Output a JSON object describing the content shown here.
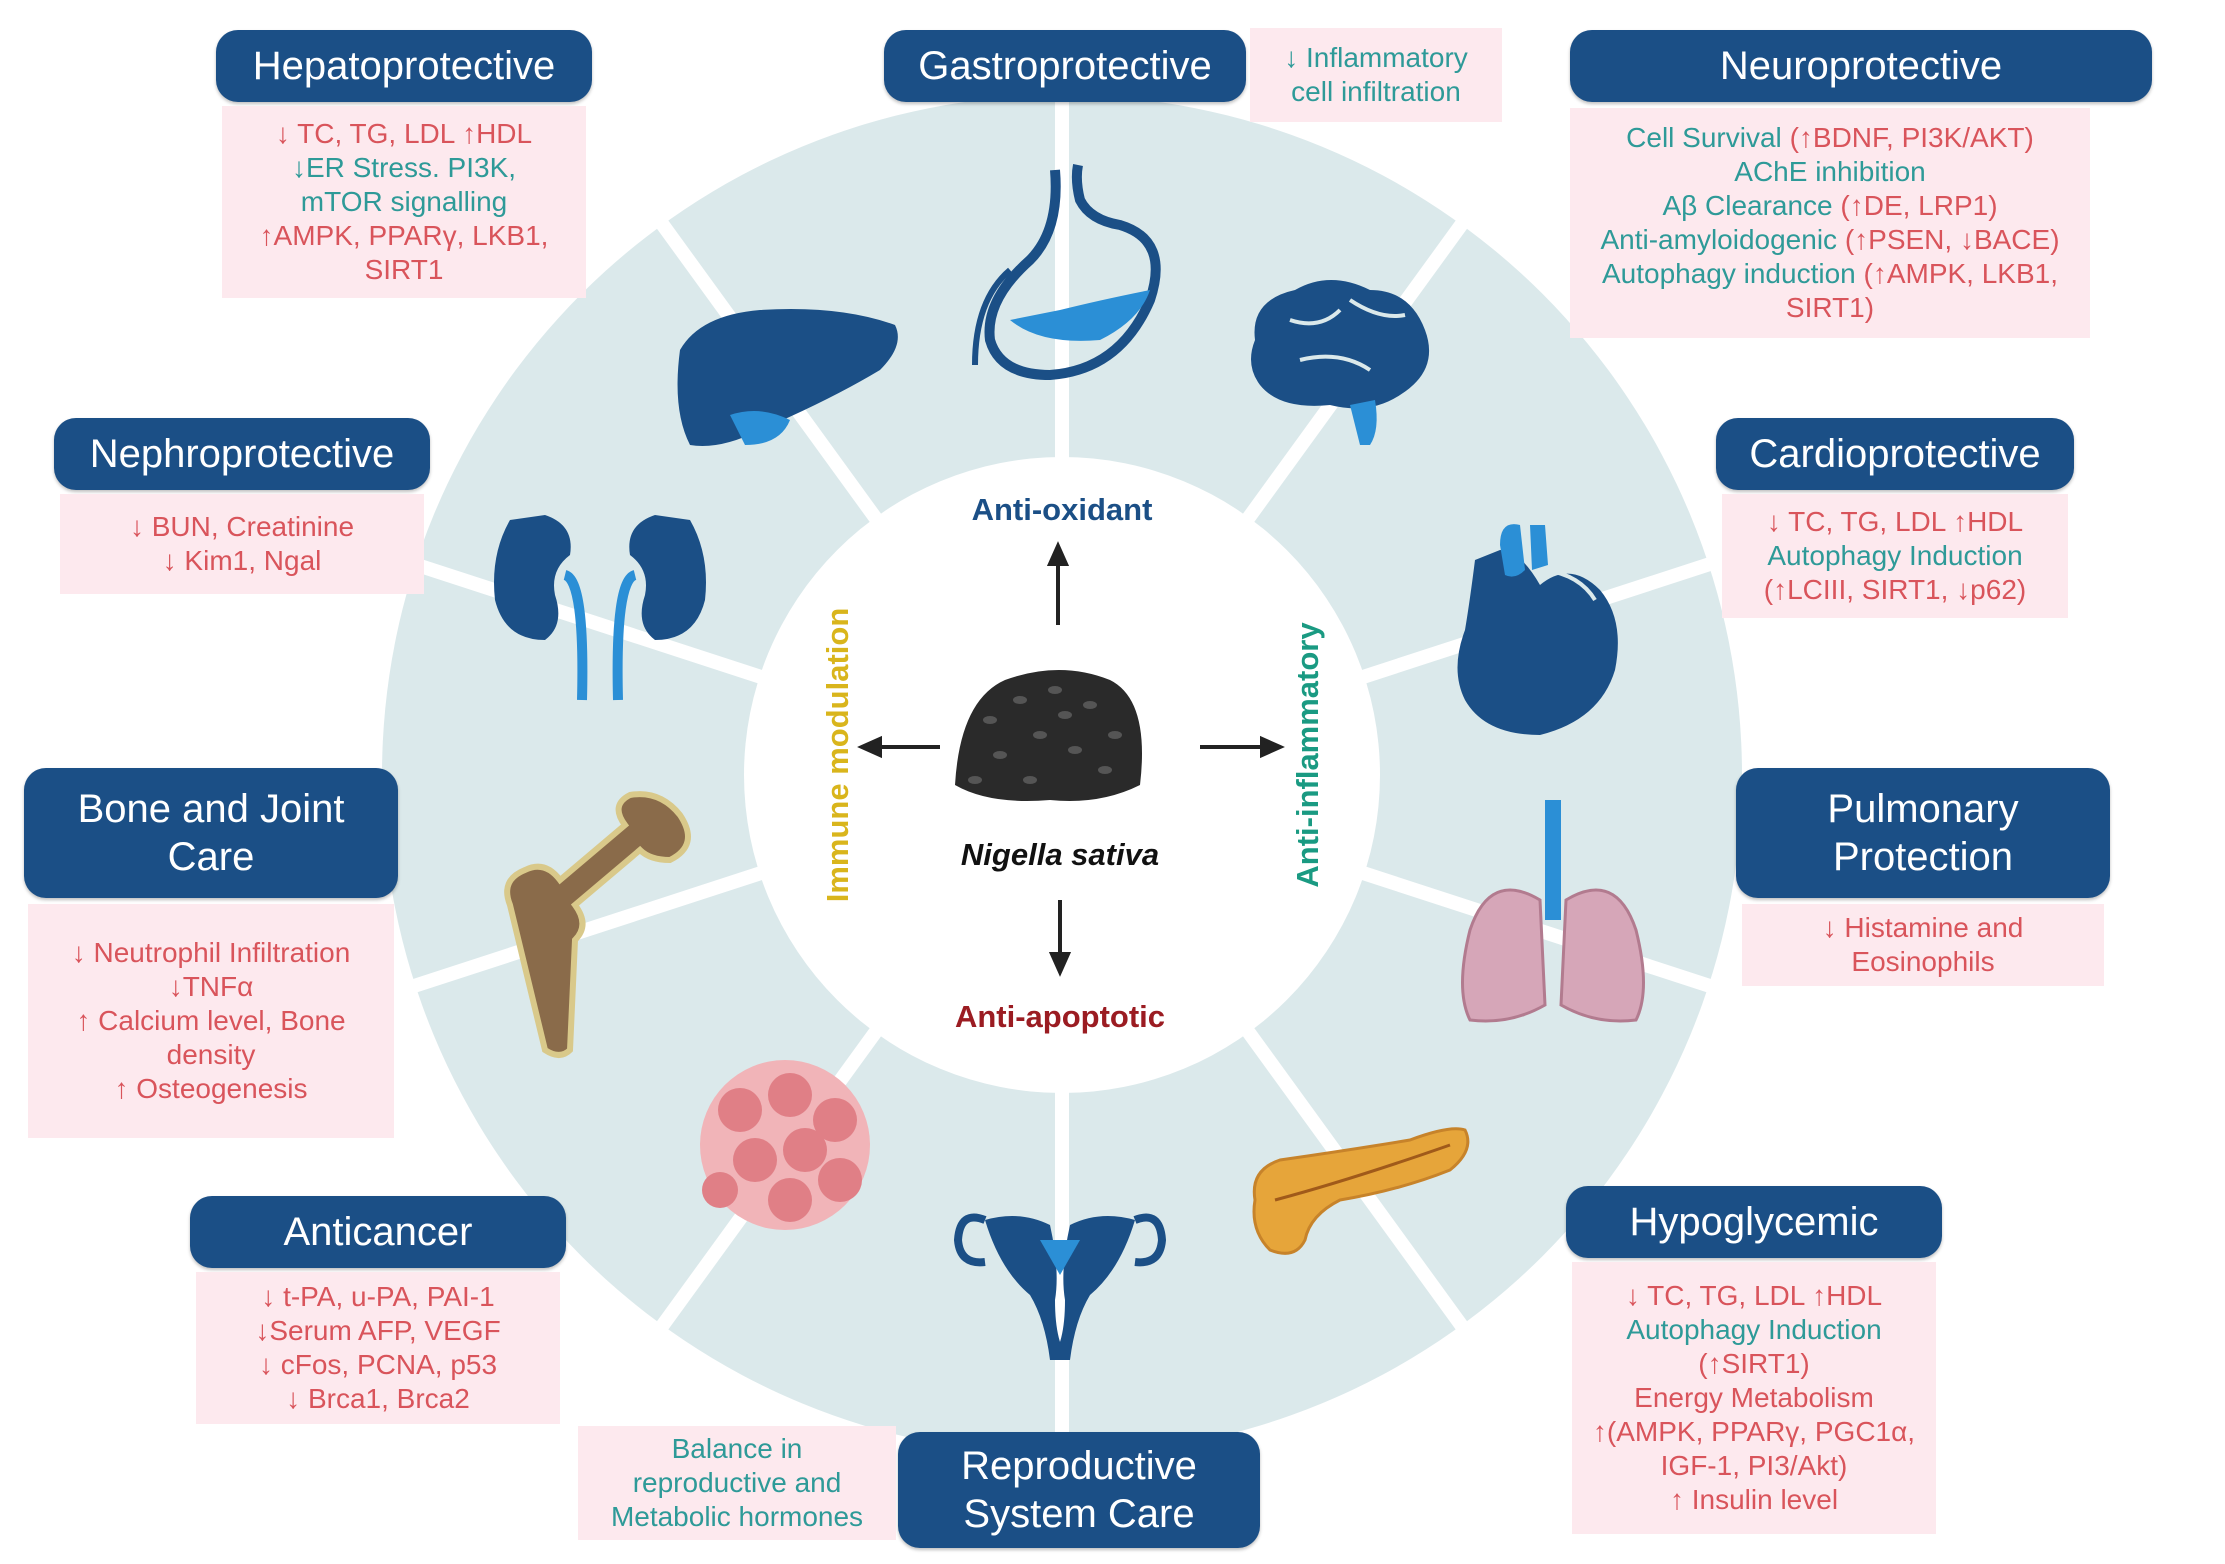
{
  "colors": {
    "header_bg": "#1b4f86",
    "box_bg": "#fde9ee",
    "red_text": "#d9545b",
    "teal_text": "#2e9a98",
    "ring": "#dbe9eb",
    "anti_oxidant": "#1b4f86",
    "anti_inflammatory": "#1a9a82",
    "anti_apoptotic": "#9b1c22",
    "immune_modulation": "#d9b51c"
  },
  "center": {
    "species": "Nigella sativa",
    "anti_oxidant": "Anti-oxidant",
    "anti_inflammatory": "Anti-inflammatory",
    "anti_apoptotic": "Anti-apoptotic",
    "immune_modulation": "Immune modulation"
  },
  "sections": {
    "hepato": {
      "title": "Hepatoprotective",
      "icon": "liver-icon",
      "lines": [
        {
          "text": "↓ TC, TG, LDL ↑HDL",
          "c": "r"
        },
        {
          "text": "↓ER Stress. PI3K,",
          "c": "t"
        },
        {
          "text": "mTOR signalling",
          "c": "t"
        },
        {
          "text": "↑AMPK, PPARγ, LKB1,",
          "c": "r"
        },
        {
          "text": "SIRT1",
          "c": "r"
        }
      ]
    },
    "gastro": {
      "title": "Gastroprotective",
      "icon": "stomach-icon",
      "lines": [
        {
          "text": "↓ Inflammatory",
          "c": "t"
        },
        {
          "text": "cell infiltration",
          "c": "t"
        }
      ]
    },
    "neuro": {
      "title": "Neuroprotective",
      "icon": "brain-icon",
      "lines": [
        {
          "t": "Cell Survival ",
          "r": "(↑BDNF, PI3K/AKT)"
        },
        {
          "text": "AChE inhibition",
          "c": "t"
        },
        {
          "t": "Aβ Clearance ",
          "r": "(↑DE, LRP1)"
        },
        {
          "t": "Anti-amyloidogenic ",
          "r": "(↑PSEN, ↓BACE)"
        },
        {
          "t": "Autophagy induction ",
          "r": "(↑AMPK, LKB1,"
        },
        {
          "text": "SIRT1)",
          "c": "r"
        }
      ]
    },
    "nephro": {
      "title": "Nephroprotective",
      "icon": "kidney-icon",
      "lines": [
        {
          "text": "↓ BUN, Creatinine",
          "c": "r"
        },
        {
          "text": "↓ Kim1, Ngal",
          "c": "r"
        }
      ]
    },
    "cardio": {
      "title": "Cardioprotective",
      "icon": "heart-icon",
      "lines": [
        {
          "text": "↓ TC, TG, LDL ↑HDL",
          "c": "r"
        },
        {
          "text": "Autophagy Induction",
          "c": "t"
        },
        {
          "text": "(↑LCIII, SIRT1, ↓p62)",
          "c": "r"
        }
      ]
    },
    "bone": {
      "title_lines": [
        "Bone and Joint",
        "Care"
      ],
      "icon": "bone-icon",
      "lines": [
        {
          "text": "↓ Neutrophil Infiltration",
          "c": "r"
        },
        {
          "text": "↓TNFα",
          "c": "r"
        },
        {
          "text": "↑ Calcium level, Bone",
          "c": "r"
        },
        {
          "text": "density",
          "c": "r"
        },
        {
          "text": "↑ Osteogenesis",
          "c": "r"
        }
      ]
    },
    "pulmonary": {
      "title_lines": [
        "Pulmonary",
        "Protection"
      ],
      "icon": "lungs-icon",
      "lines": [
        {
          "text": "↓ Histamine and",
          "c": "r"
        },
        {
          "text": "Eosinophils",
          "c": "r"
        }
      ]
    },
    "anticancer": {
      "title": "Anticancer",
      "icon": "cancer-cells-icon",
      "lines": [
        {
          "text": "↓ t-PA, u-PA, PAI-1",
          "c": "r"
        },
        {
          "text": "↓Serum AFP, VEGF",
          "c": "r"
        },
        {
          "text": "↓ cFos, PCNA, p53",
          "c": "r"
        },
        {
          "text": "↓ Brca1, Brca2",
          "c": "r"
        }
      ]
    },
    "hypo": {
      "title": "Hypoglycemic",
      "icon": "pancreas-icon",
      "lines": [
        {
          "text": "↓ TC, TG, LDL ↑HDL",
          "c": "r"
        },
        {
          "text": "Autophagy Induction",
          "c": "t"
        },
        {
          "text": "(↑SIRT1)",
          "c": "r"
        },
        {
          "text": "Energy Metabolism",
          "c": "r"
        },
        {
          "text": "↑(AMPK, PPARγ, PGC1α,",
          "c": "r"
        },
        {
          "text": "IGF-1, PI3/Akt)",
          "c": "r"
        },
        {
          "text": "↑ Insulin level",
          "c": "r"
        }
      ]
    },
    "repro": {
      "title_lines": [
        "Reproductive",
        "System Care"
      ],
      "icon": "uterus-icon",
      "lines": [
        {
          "text": "Balance in",
          "c": "t"
        },
        {
          "text": "reproductive and",
          "c": "t"
        },
        {
          "text": "Metabolic hormones",
          "c": "t"
        }
      ]
    }
  }
}
